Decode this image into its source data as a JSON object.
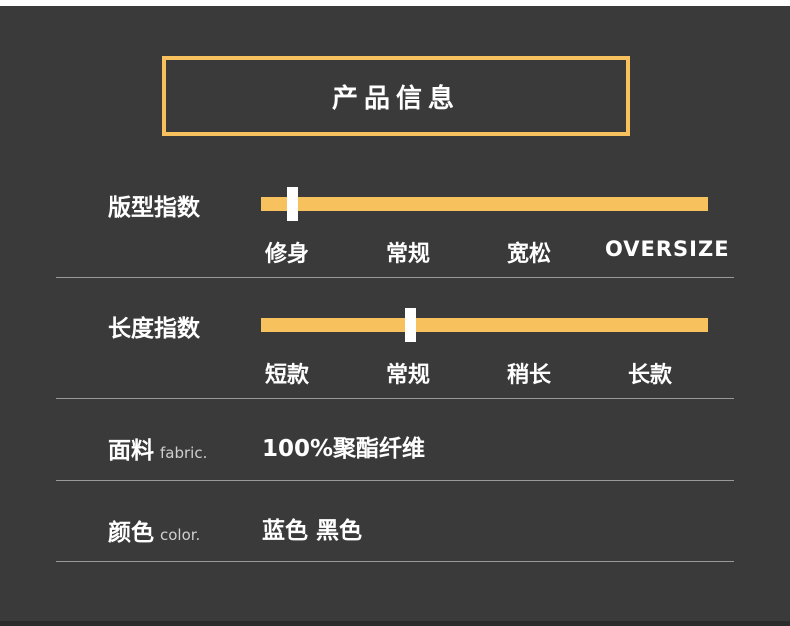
{
  "title": "产品信息",
  "fit": {
    "label": "版型指数",
    "level": 0.06,
    "ticks": [
      "修身",
      "常规",
      "宽松",
      "OVERSIZE"
    ]
  },
  "length": {
    "label": "长度指数",
    "level": 0.33,
    "ticks": [
      "短款",
      "常规",
      "稍长",
      "长款"
    ]
  },
  "fabric": {
    "label": "面料",
    "sub": "fabric.",
    "value": "100%聚酯纤维"
  },
  "color": {
    "label": "颜色",
    "sub": "color.",
    "value": "蓝色 黑色"
  },
  "colors": {
    "background": "#3a3a3a",
    "accent": "#f7c25e",
    "divider": "#9a9a9a"
  }
}
